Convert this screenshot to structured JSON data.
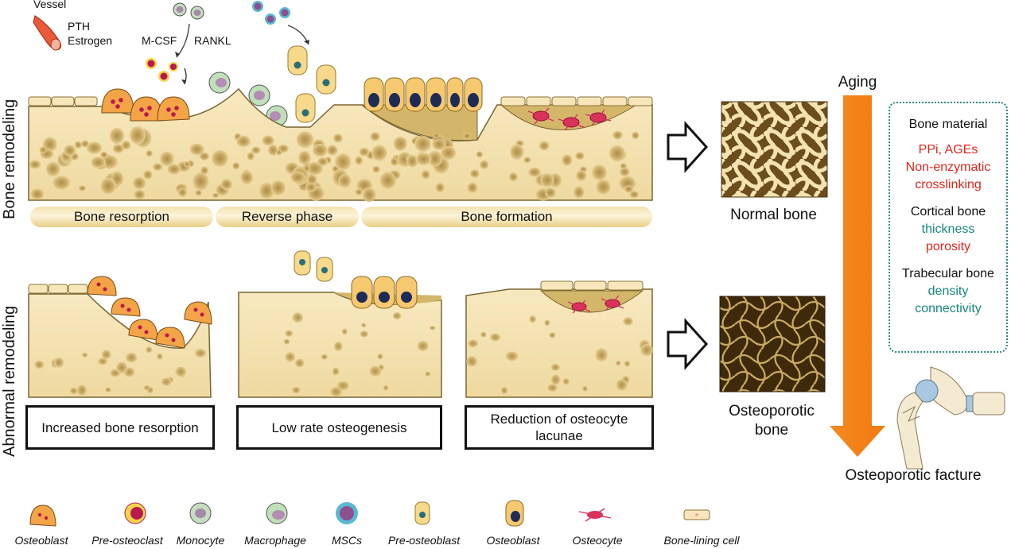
{
  "top_left": {
    "vessel": "Vessel",
    "pth": "PTH",
    "estrogen": "Estrogen",
    "mcsf": "M-CSF",
    "rankl": "RANKL"
  },
  "side_labels": {
    "bone_remodeling": "Bone remodeling",
    "abnormal_remodeling": "Abnormal remodeling"
  },
  "phases": {
    "resorption": "Bone resorption",
    "reverse": "Reverse phase",
    "formation": "Bone formation"
  },
  "abnormal_boxes": {
    "box1": "Increased bone resorption",
    "box2": "Low rate osteogenesis",
    "box3": "Reduction of osteocyte lacunae"
  },
  "right": {
    "normal_bone": "Normal bone",
    "osteoporotic_bone": "Osteoporotic bone",
    "aging": "Aging",
    "fracture": "Osteoporotic facture"
  },
  "panel": {
    "material_title": "Bone material",
    "material_line1": "PPi, AGEs",
    "material_line2": "Non-enzymatic",
    "material_line3": "crosslinking",
    "cortical_title": "Cortical bone",
    "cortical_line1": "thickness",
    "cortical_line2": "porosity",
    "trabecular_title": "Trabecular bone",
    "trabecular_line1": "density",
    "trabecular_line2": "connectivity"
  },
  "legend": [
    "Osteoblast",
    "Pre-osteoclast",
    "Monocyte",
    "Macrophage",
    "MSCs",
    "Pre-osteoblast",
    "Osteoblast",
    "Osteocyte",
    "Bone-lining cell"
  ],
  "colors": {
    "bone": "#f4e2b2",
    "bone_spot": "#c9a962",
    "osteoclast": "#f2a447",
    "osteocyte": "#d9325c",
    "osteoblast_nucleus": "#1f2b57",
    "arrow_orange": "#f5821f",
    "red_text": "#e3241b",
    "teal_text": "#16877f"
  }
}
